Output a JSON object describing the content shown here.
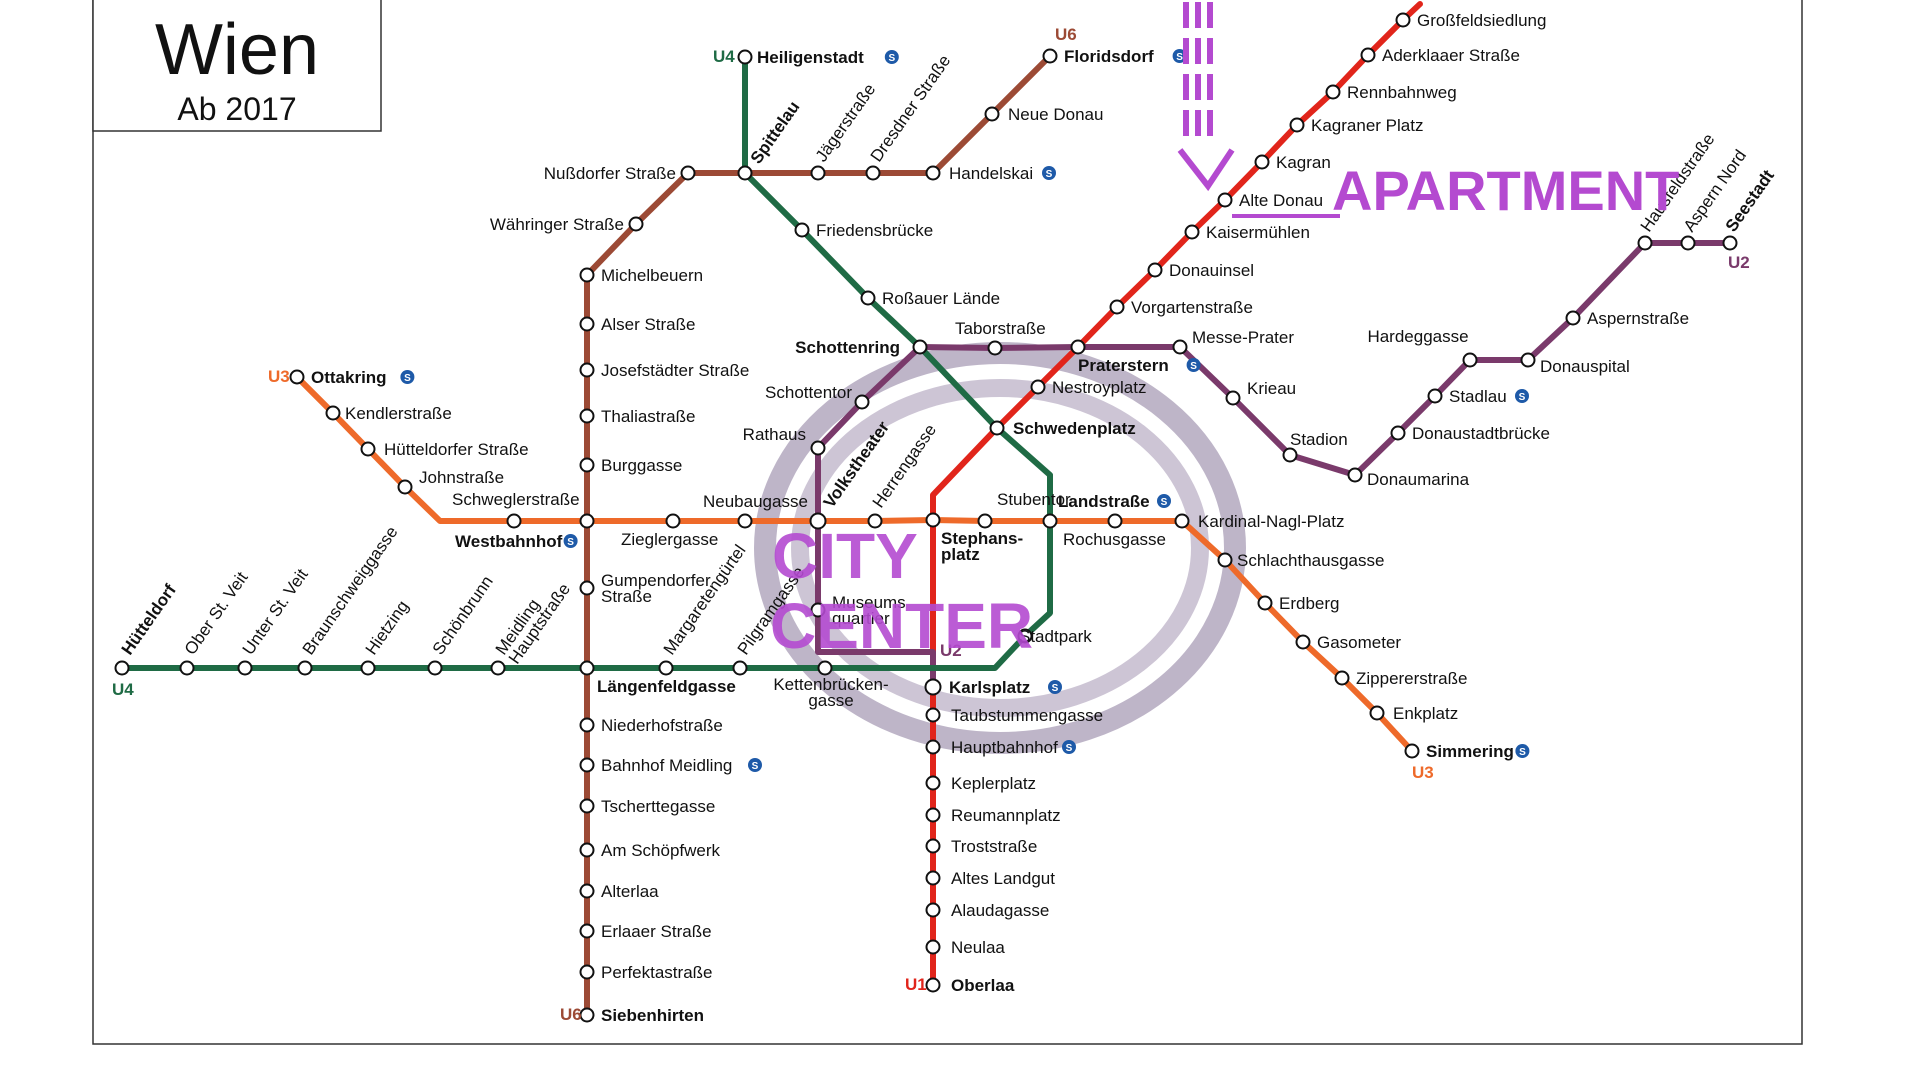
{
  "title": {
    "city": "Wien",
    "subtitle": "Ab 2017"
  },
  "colors": {
    "U1": "#e1251b",
    "U2": "#7a3a6b",
    "U3": "#ee6a2a",
    "U4": "#1f6b45",
    "U6": "#9c4a35",
    "annotation": "#b44ad0",
    "ring": "#6f5a86",
    "sbahn": "#1e5aa8"
  },
  "annotations": {
    "apartment": "APARTMENT",
    "city": "CITY",
    "center": "CENTER"
  },
  "lines": [
    {
      "id": "U1",
      "label": "U1",
      "color": "#e1251b",
      "stations": [
        "Oberlaa",
        "Neulaa",
        "Alaudagasse",
        "Altes Landgut",
        "Troststraße",
        "Reumannplatz",
        "Keplerplatz",
        "Hauptbahnhof",
        "Taubstummengasse",
        "Karlsplatz",
        "Stephansplatz",
        "Schwedenplatz",
        "Nestroyplatz",
        "Praterstern",
        "Vorgartenstraße",
        "Donauinsel",
        "Kaisermühlen",
        "Alte Donau",
        "Kagran",
        "Kagraner Platz",
        "Rennbahnweg",
        "Aderklaaer Straße",
        "Großfeldsiedlung"
      ]
    },
    {
      "id": "U2",
      "label": "U2",
      "color": "#7a3a6b",
      "stations": [
        "Karlsplatz",
        "Museumsquartier",
        "Volkstheater",
        "Rathaus",
        "Schottentor",
        "Schottenring",
        "Taborstraße",
        "Praterstern",
        "Messe-Prater",
        "Krieau",
        "Stadion",
        "Donaumarina",
        "Donaustadtbrücke",
        "Stadlau",
        "Hardeggasse",
        "Donauspital",
        "Aspernstraße",
        "Hausfeldstraße",
        "Aspern Nord",
        "Seestadt"
      ]
    },
    {
      "id": "U3",
      "label": "U3",
      "color": "#ee6a2a",
      "stations": [
        "Ottakring",
        "Kendlerstraße",
        "Hütteldorfer Straße",
        "Johnstraße",
        "Schweglerstraße",
        "Westbahnhof",
        "Zieglergasse",
        "Neubaugasse",
        "Volkstheater",
        "Herrengasse",
        "Stephansplatz",
        "Stubentor",
        "Landstraße",
        "Rochusgasse",
        "Kardinal-Nagl-Platz",
        "Schlachthausgasse",
        "Erdberg",
        "Gasometer",
        "Zippererstraße",
        "Enkplatz",
        "Simmering"
      ]
    },
    {
      "id": "U4",
      "label": "U4",
      "color": "#1f6b45",
      "stations": [
        "Hütteldorf",
        "Ober St. Veit",
        "Unter St. Veit",
        "Braunschweiggasse",
        "Hietzing",
        "Schönbrunn",
        "Meidling Hauptstraße",
        "Längenfeldgasse",
        "Margaretengürtel",
        "Pilgramgasse",
        "Kettenbrückengasse",
        "Karlsplatz",
        "Stadtpark",
        "Landstraße",
        "Schwedenplatz",
        "Schottenring",
        "Roßauer Lände",
        "Friedensbrücke",
        "Spittelau",
        "Heiligenstadt"
      ]
    },
    {
      "id": "U6",
      "label": "U6",
      "color": "#9c4a35",
      "stations": [
        "Siebenhirten",
        "Perfektastraße",
        "Erlaaer Straße",
        "Alterlaa",
        "Am Schöpfwerk",
        "Tscherttegasse",
        "Bahnhof Meidling",
        "Niederhofstraße",
        "Längenfeldgasse",
        "Gumpendorfer Straße",
        "Westbahnhof",
        "Burggasse",
        "Thaliastraße",
        "Josefstädter Straße",
        "Alser Straße",
        "Michelbeuern",
        "Währinger Straße",
        "Nußdorfer Straße",
        "Spittelau",
        "Jägerstraße",
        "Dresdner Straße",
        "Handelskai",
        "Neue Donau",
        "Floridsdorf"
      ]
    }
  ],
  "stations": {
    "oberlaa": {
      "name": "Oberlaa",
      "bold": true,
      "sbahn": false
    },
    "neulaa": {
      "name": "Neulaa",
      "bold": false,
      "sbahn": false
    },
    "alaudagasse": {
      "name": "Alaudagasse",
      "bold": false,
      "sbahn": false
    },
    "altes_landgut": {
      "name": "Altes Landgut",
      "bold": false,
      "sbahn": false
    },
    "troststrasse": {
      "name": "Troststraße",
      "bold": false,
      "sbahn": false
    },
    "reumannplatz": {
      "name": "Reumannplatz",
      "bold": false,
      "sbahn": false
    },
    "keplerplatz": {
      "name": "Keplerplatz",
      "bold": false,
      "sbahn": false
    },
    "hauptbahnhof": {
      "name": "Hauptbahnhof",
      "bold": false,
      "sbahn": true
    },
    "taubstummengasse": {
      "name": "Taubstummengasse",
      "bold": false,
      "sbahn": false
    },
    "karlsplatz": {
      "name": "Karlsplatz",
      "bold": true,
      "sbahn": true
    },
    "stephansplatz": {
      "name": "Stephans- platz",
      "bold": true,
      "sbahn": false
    },
    "schwedenplatz": {
      "name": "Schwedenplatz",
      "bold": true,
      "sbahn": false
    },
    "nestroyplatz": {
      "name": "Nestroyplatz",
      "bold": false,
      "sbahn": false
    },
    "praterstern": {
      "name": "Praterstern",
      "bold": true,
      "sbahn": true
    },
    "vorgartenstrasse": {
      "name": "Vorgartenstraße",
      "bold": false,
      "sbahn": false
    },
    "donauinsel": {
      "name": "Donauinsel",
      "bold": false,
      "sbahn": false
    },
    "kaisermuehlen": {
      "name": "Kaisermühlen",
      "bold": false,
      "sbahn": false
    },
    "alte_donau": {
      "name": "Alte Donau",
      "bold": false,
      "sbahn": false
    },
    "kagran": {
      "name": "Kagran",
      "bold": false,
      "sbahn": false
    },
    "kagraner_platz": {
      "name": "Kagraner Platz",
      "bold": false,
      "sbahn": false
    },
    "rennbahnweg": {
      "name": "Rennbahnweg",
      "bold": false,
      "sbahn": false
    },
    "aderklaaer": {
      "name": "Aderklaaer Straße",
      "bold": false,
      "sbahn": false
    },
    "grossfeldsiedlung": {
      "name": "Großfeldsiedlung",
      "bold": false,
      "sbahn": false
    },
    "museumsquartier": {
      "name": "Museums quartier",
      "bold": false,
      "sbahn": false
    },
    "volkstheater": {
      "name": "Volkstheater",
      "bold": true,
      "sbahn": false
    },
    "rathaus": {
      "name": "Rathaus",
      "bold": false,
      "sbahn": false
    },
    "schottentor": {
      "name": "Schottentor",
      "bold": false,
      "sbahn": false
    },
    "schottenring": {
      "name": "Schottenring",
      "bold": true,
      "sbahn": false
    },
    "taborstrasse": {
      "name": "Taborstraße",
      "bold": false,
      "sbahn": false
    },
    "messe_prater": {
      "name": "Messe-Prater",
      "bold": false,
      "sbahn": false
    },
    "krieau": {
      "name": "Krieau",
      "bold": false,
      "sbahn": false
    },
    "stadion": {
      "name": "Stadion",
      "bold": false,
      "sbahn": false
    },
    "donaumarina": {
      "name": "Donaumarina",
      "bold": false,
      "sbahn": false
    },
    "donaustadtbruecke": {
      "name": "Donaustadtbrücke",
      "bold": false,
      "sbahn": false
    },
    "stadlau": {
      "name": "Stadlau",
      "bold": false,
      "sbahn": true
    },
    "hardeggasse": {
      "name": "Hardeggasse",
      "bold": false,
      "sbahn": false
    },
    "donauspital": {
      "name": "Donauspital",
      "bold": false,
      "sbahn": false
    },
    "aspernstrasse": {
      "name": "Aspernstraße",
      "bold": false,
      "sbahn": false
    },
    "hausfeldstrasse": {
      "name": "Hausfeldstraße",
      "bold": false,
      "sbahn": false
    },
    "aspern_nord": {
      "name": "Aspern Nord",
      "bold": false,
      "sbahn": true
    },
    "seestadt": {
      "name": "Seestadt",
      "bold": true,
      "sbahn": false
    },
    "ottakring": {
      "name": "Ottakring",
      "bold": true,
      "sbahn": true
    },
    "kendlerstrasse": {
      "name": "Kendlerstraße",
      "bold": false,
      "sbahn": false
    },
    "huetteldorfer_str": {
      "name": "Hütteldorfer Straße",
      "bold": false,
      "sbahn": false
    },
    "johnstrasse": {
      "name": "Johnstraße",
      "bold": false,
      "sbahn": false
    },
    "schweglerstrasse": {
      "name": "Schweglerstraße",
      "bold": false,
      "sbahn": false
    },
    "westbahnhof": {
      "name": "Westbahnhof",
      "bold": true,
      "sbahn": true
    },
    "zieglergasse": {
      "name": "Zieglergasse",
      "bold": false,
      "sbahn": false
    },
    "neubaugasse": {
      "name": "Neubaugasse",
      "bold": false,
      "sbahn": false
    },
    "herrengasse": {
      "name": "Herrengasse",
      "bold": false,
      "sbahn": false
    },
    "stubentor": {
      "name": "Stubentor",
      "bold": false,
      "sbahn": false
    },
    "landstrasse": {
      "name": "Landstraße",
      "bold": true,
      "sbahn": true
    },
    "rochusgasse": {
      "name": "Rochusgasse",
      "bold": false,
      "sbahn": false
    },
    "kardinal": {
      "name": "Kardinal-Nagl-Platz",
      "bold": false,
      "sbahn": false
    },
    "schlachthausgasse": {
      "name": "Schlachthausgasse",
      "bold": false,
      "sbahn": false
    },
    "erdberg": {
      "name": "Erdberg",
      "bold": false,
      "sbahn": false
    },
    "gasometer": {
      "name": "Gasometer",
      "bold": false,
      "sbahn": false
    },
    "zippererstrasse": {
      "name": "Zippererstraße",
      "bold": false,
      "sbahn": false
    },
    "enkplatz": {
      "name": "Enkplatz",
      "bold": false,
      "sbahn": false
    },
    "simmering": {
      "name": "Simmering",
      "bold": true,
      "sbahn": true
    },
    "huetteldorf": {
      "name": "Hütteldorf",
      "bold": true,
      "sbahn": true
    },
    "ober_st_veit": {
      "name": "Ober St. Veit",
      "bold": false,
      "sbahn": false
    },
    "unter_st_veit": {
      "name": "Unter St. Veit",
      "bold": false,
      "sbahn": false
    },
    "braunschweiggasse": {
      "name": "Braunschweiggasse",
      "bold": false,
      "sbahn": false
    },
    "hietzing": {
      "name": "Hietzing",
      "bold": false,
      "sbahn": false
    },
    "schoenbrunn": {
      "name": "Schönbrunn",
      "bold": false,
      "sbahn": false
    },
    "meidling_hs": {
      "name": "Meidling Hauptstraße",
      "bold": false,
      "sbahn": false
    },
    "laengenfeldgasse": {
      "name": "Längenfeldgasse",
      "bold": true,
      "sbahn": false
    },
    "margaretenguertel": {
      "name": "Margaretengürtel",
      "bold": false,
      "sbahn": false
    },
    "pilgramgasse": {
      "name": "Pilgramgasse",
      "bold": false,
      "sbahn": false
    },
    "kettenbrueckengasse": {
      "name": "Kettenbrücken- gasse",
      "bold": false,
      "sbahn": false
    },
    "stadtpark": {
      "name": "Stadtpark",
      "bold": false,
      "sbahn": false
    },
    "rossauer_laende": {
      "name": "Roßauer Lände",
      "bold": false,
      "sbahn": false
    },
    "friedensbruecke": {
      "name": "Friedensbrücke",
      "bold": false,
      "sbahn": false
    },
    "spittelau": {
      "name": "Spittelau",
      "bold": true,
      "sbahn": true
    },
    "heiligenstadt": {
      "name": "Heiligenstadt",
      "bold": true,
      "sbahn": true
    },
    "siebenhirten": {
      "name": "Siebenhirten",
      "bold": true,
      "sbahn": false
    },
    "perfektastrasse": {
      "name": "Perfektastraße",
      "bold": false,
      "sbahn": false
    },
    "erlaaer": {
      "name": "Erlaaer Straße",
      "bold": false,
      "sbahn": false
    },
    "alterlaa": {
      "name": "Alterlaa",
      "bold": false,
      "sbahn": false
    },
    "am_schoepfwerk": {
      "name": "Am Schöpfwerk",
      "bold": false,
      "sbahn": false
    },
    "tscherttegasse": {
      "name": "Tscherttegasse",
      "bold": false,
      "sbahn": false
    },
    "bahnhof_meidling": {
      "name": "Bahnhof Meidling",
      "bold": false,
      "sbahn": true
    },
    "niederhofstrasse": {
      "name": "Niederhofstraße",
      "bold": false,
      "sbahn": false
    },
    "gumpendorfer": {
      "name": "Gumpendorfer Straße",
      "bold": false,
      "sbahn": false
    },
    "burggasse": {
      "name": "Burggasse",
      "bold": false,
      "sbahn": false
    },
    "thaliastrasse": {
      "name": "Thaliastraße",
      "bold": false,
      "sbahn": false
    },
    "josefstaedter": {
      "name": "Josefstädter Straße",
      "bold": false,
      "sbahn": false
    },
    "alser": {
      "name": "Alser Straße",
      "bold": false,
      "sbahn": false
    },
    "michelbeuern": {
      "name": "Michelbeuern",
      "bold": false,
      "sbahn": false
    },
    "waehringer": {
      "name": "Währinger Straße",
      "bold": false,
      "sbahn": false
    },
    "nussdorfer": {
      "name": "Nußdorfer Straße",
      "bold": false,
      "sbahn": false
    },
    "jaegerstrasse": {
      "name": "Jägerstraße",
      "bold": false,
      "sbahn": false
    },
    "dresdner": {
      "name": "Dresdner Straße",
      "bold": false,
      "sbahn": false
    },
    "handelskai": {
      "name": "Handelskai",
      "bold": false,
      "sbahn": true
    },
    "neue_donau": {
      "name": "Neue Donau",
      "bold": false,
      "sbahn": false
    },
    "floridsdorf": {
      "name": "Floridsdorf",
      "bold": true,
      "sbahn": true
    }
  }
}
